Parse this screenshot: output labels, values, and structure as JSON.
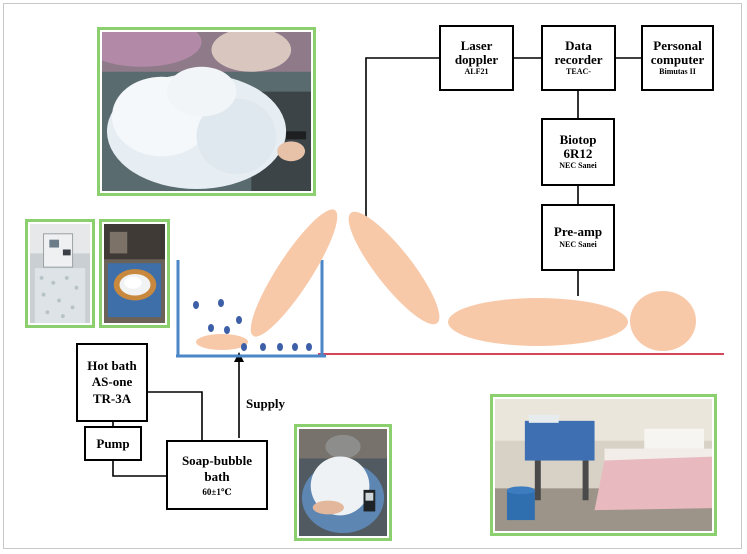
{
  "devices": {
    "laser": {
      "title": [
        "Laser",
        "doppler"
      ],
      "sub": "ALF21"
    },
    "recorder": {
      "title": [
        "Data",
        "recorder"
      ],
      "sub": "TEAC-"
    },
    "computer": {
      "title": [
        "Personal",
        "computer"
      ],
      "sub": "Bimutas II"
    },
    "biotop": {
      "title": [
        "Biotop",
        "6R12"
      ],
      "sub": "NEC Sanei"
    },
    "preamp": {
      "title": [
        "Pre-amp"
      ],
      "sub": "NEC Sanei"
    },
    "hotbath": {
      "title": [
        "Hot bath",
        "AS-one",
        "TR-3A"
      ]
    },
    "pump": {
      "title": [
        "Pump"
      ]
    },
    "soapbath": {
      "title": [
        "Soap-bubble",
        "bath"
      ],
      "sub": "60±1℃"
    }
  },
  "supply_label": "Supply",
  "colors": {
    "skin": "#f8c9a9",
    "bath_line": "#4a86c8",
    "bubble": "#3d5fa8",
    "floor_line": "#d4465a",
    "photo_border": "#8ccf6f"
  },
  "photos": [
    {
      "name": "bubble-bath-closeup-photo",
      "subject": "patient covered in soap bubbles"
    },
    {
      "name": "hot-bath-device-photo",
      "subject": "hot bath machine"
    },
    {
      "name": "bubble-tub-photo",
      "subject": "tub with bubbles"
    },
    {
      "name": "patient-treatment-photo",
      "subject": "patient in bubble bath"
    },
    {
      "name": "treatment-room-photo",
      "subject": "treatment bed and equipment"
    }
  ]
}
